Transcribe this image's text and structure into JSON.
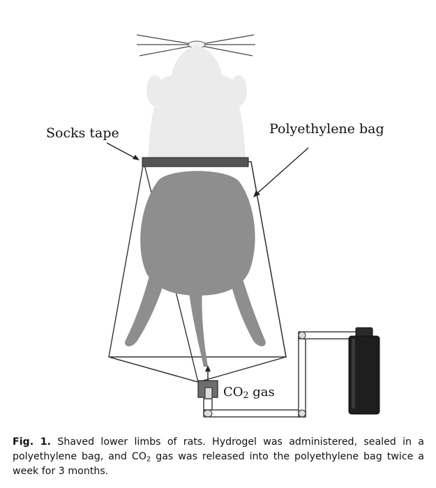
{
  "labels": {
    "socks_tape": "Socks tape",
    "polyethylene_bag": "Polyethylene bag",
    "gas_prefix": "CO",
    "gas_sub": "2",
    "gas_suffix": " gas"
  },
  "caption": {
    "fig_label": "Fig. 1.",
    "text_part1": " Shaved lower limbs of rats. Hydrogel was administered, sealed in a polyethylene bag, and CO",
    "sub": "2",
    "text_part2": " gas was released into the polyethylene bag twice a week for 3 months."
  },
  "colors": {
    "rat_upper": "#ebebeb",
    "rat_lower": "#8e8e8e",
    "tape": "#555555",
    "cylinder": "#1e1e1e",
    "outline": "#222222"
  }
}
